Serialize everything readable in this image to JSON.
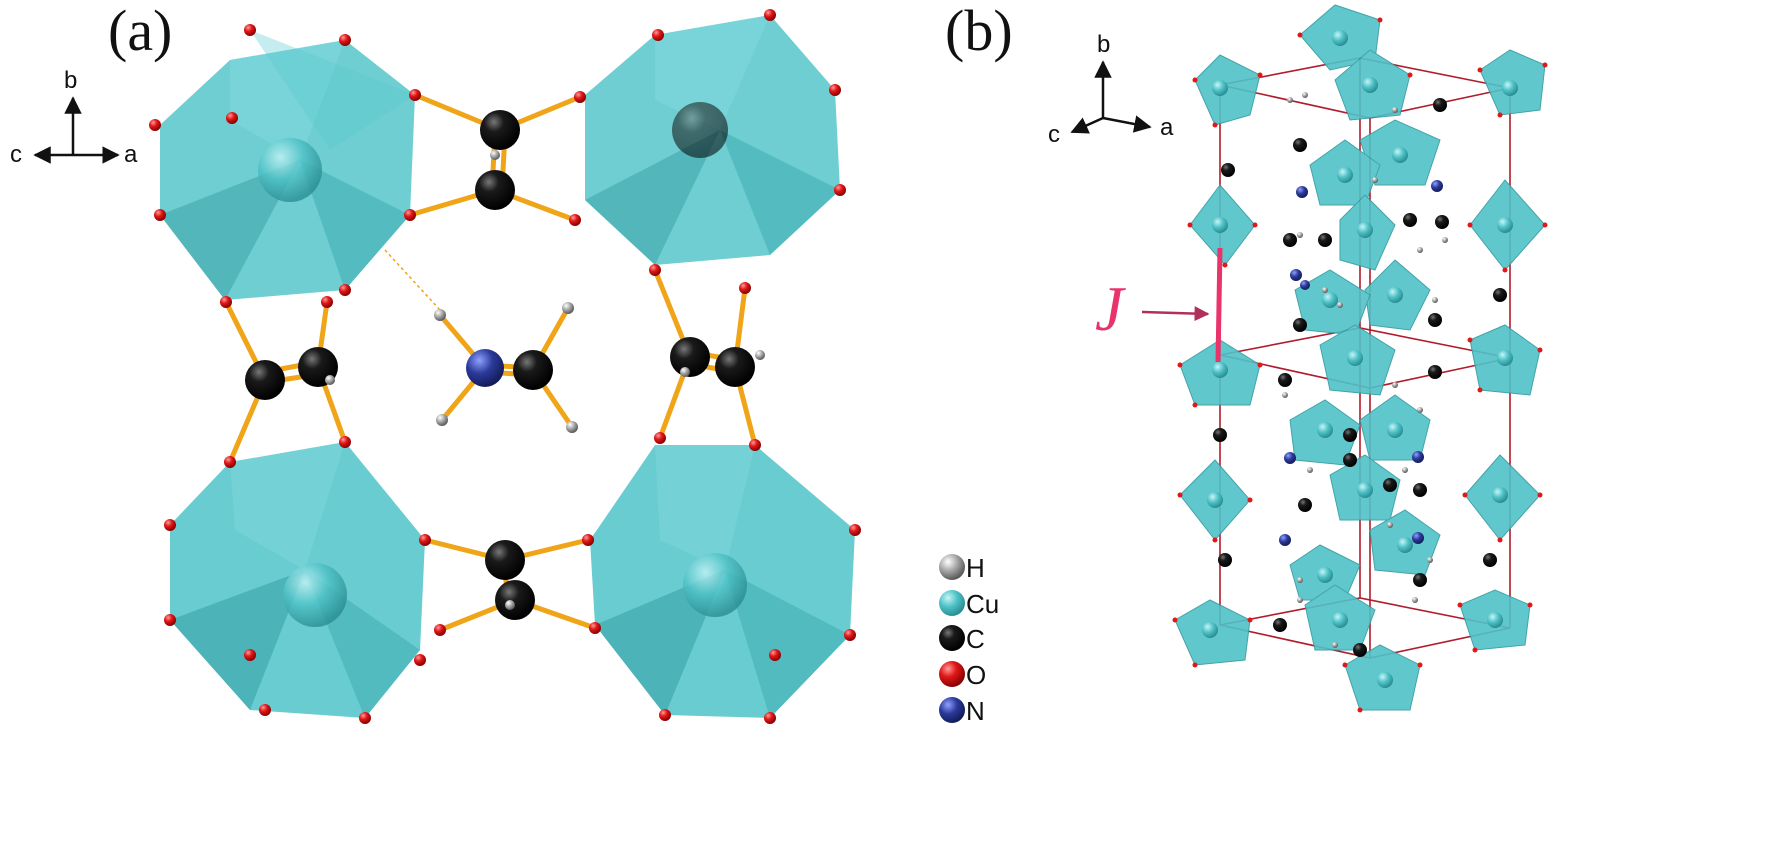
{
  "panels": {
    "a": {
      "label": "(a)",
      "axes": {
        "b": "b",
        "c": "c",
        "a": "a"
      }
    },
    "b": {
      "label": "(b)",
      "axes": {
        "b": "b",
        "c": "c",
        "a": "a"
      },
      "coupling_label": "J"
    }
  },
  "legend": [
    {
      "symbol": "H",
      "color": "#9a9a9a"
    },
    {
      "symbol": "Cu",
      "color": "#4fc3c8"
    },
    {
      "symbol": "C",
      "color": "#0b0b0b"
    },
    {
      "symbol": "O",
      "color": "#e01818"
    },
    {
      "symbol": "N",
      "color": "#2b3a9a"
    }
  ],
  "colors": {
    "octahedron": "#4fc3c8",
    "octahedron_dark": "#2f9aa0",
    "bond": "#f0a418",
    "cell_edge": "#b01c2c",
    "coupling": "#e8336b"
  }
}
